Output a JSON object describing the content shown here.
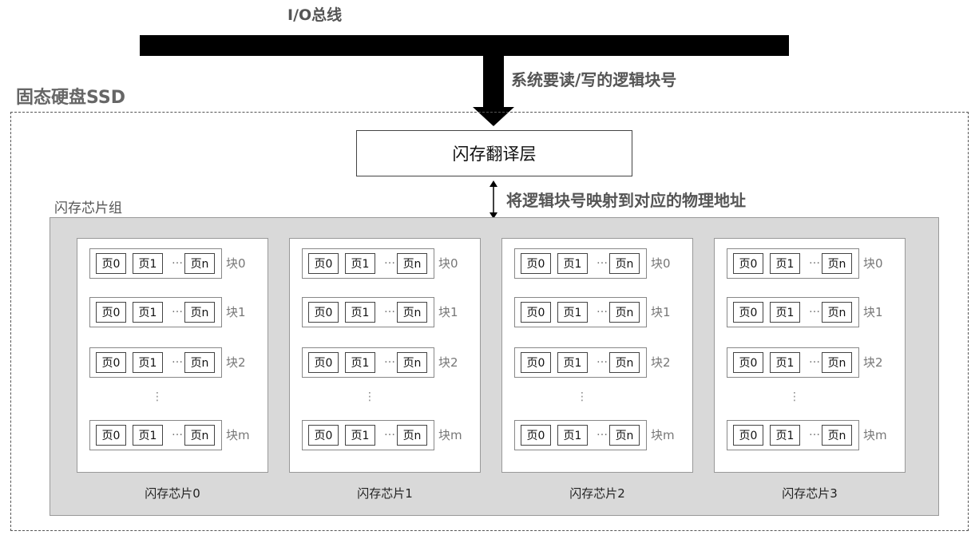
{
  "io_bus_label": "I/O总线",
  "read_write_label": "系统要读/写的逻辑块号",
  "ssd_label": "固态硬盘SSD",
  "ftl_label": "闪存翻译层",
  "mapping_label": "将逻辑块号映射到对应的物理地址",
  "chip_group_label": "闪存芯片组",
  "page_labels": [
    "页0",
    "页1",
    "…",
    "页n"
  ],
  "block_labels": [
    "块0",
    "块1",
    "块2",
    "块m"
  ],
  "vertical_ellipsis": "⋮",
  "chips": [
    {
      "label": "闪存芯片0"
    },
    {
      "label": "闪存芯片1"
    },
    {
      "label": "闪存芯片2"
    },
    {
      "label": "闪存芯片3"
    }
  ]
}
